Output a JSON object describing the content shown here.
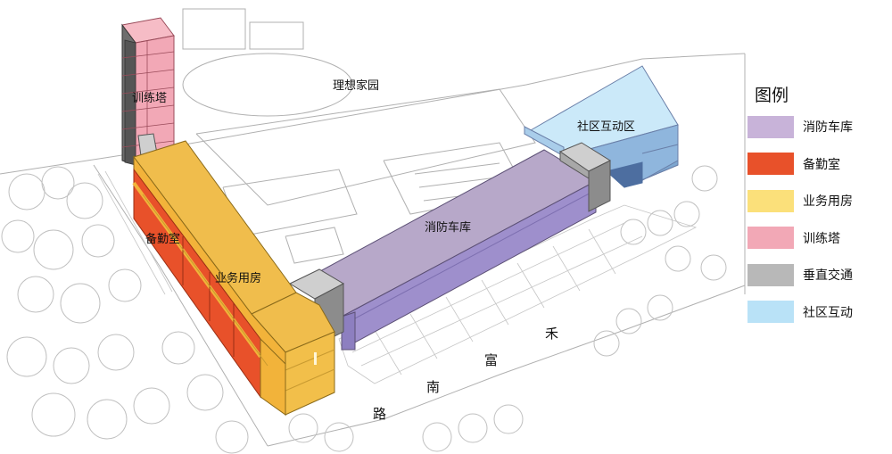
{
  "labels": {
    "training_tower": "训练塔",
    "residence": "理想家园",
    "community": "社区互动区",
    "fire_garage": "消防车库",
    "duty_room": "备勤室",
    "business": "业务用房"
  },
  "road": [
    "禾",
    "富",
    "南",
    "路"
  ],
  "legend": {
    "title": "图例",
    "items": [
      {
        "label": "消防车库",
        "color": "#c8b3d9"
      },
      {
        "label": "备勤室",
        "color": "#e8512a"
      },
      {
        "label": "业务用房",
        "color": "#fbe07a"
      },
      {
        "label": "训练塔",
        "color": "#f2a8b6"
      },
      {
        "label": "垂直交通",
        "color": "#b8b8b8"
      },
      {
        "label": "社区互动",
        "color": "#b9e2f7"
      }
    ]
  }
}
